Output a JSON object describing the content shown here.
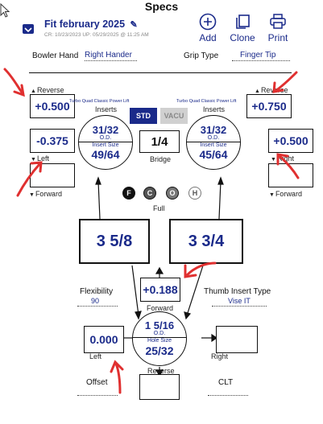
{
  "header": {
    "title": "Specs",
    "fit_name": "Fit february 2025",
    "meta": "CR: 10/23/2023 UP: 05/29/2025 @ 11:25 AM",
    "actions": {
      "add": "Add",
      "clone": "Clone",
      "print": "Print"
    }
  },
  "fields": {
    "bowler_hand_label": "Bowler Hand",
    "bowler_hand_value": "Right Hander",
    "grip_type_label": "Grip Type",
    "grip_type_value": "Finger Tip"
  },
  "left_finger": {
    "reverse_label": "Reverse",
    "reverse_value": "+0.500",
    "insert_brand": "Turbo Quad Classic Power Lift",
    "inserts_label": "Inserts",
    "left_value": "-0.375",
    "left_label": "Left",
    "forward_label": "Forward",
    "od": "31/32",
    "od_label": "O.D.",
    "insert_size_label": "Insert Size",
    "insert_size": "49/64"
  },
  "right_finger": {
    "reverse_label": "Reverse",
    "reverse_value": "+0.750",
    "insert_brand": "Turbo Quad Classic Power Lift",
    "inserts_label": "Inserts",
    "right_value": "+0.500",
    "right_label": "Right",
    "forward_label": "Forward",
    "od": "31/32",
    "od_label": "O.D.",
    "insert_size_label": "Insert Size",
    "insert_size": "45/64"
  },
  "toggle": {
    "std": "STD",
    "vacu": "VACU"
  },
  "bridge": {
    "value": "1/4",
    "label": "Bridge"
  },
  "grip_buttons": [
    "F",
    "C",
    "O",
    "H"
  ],
  "grip_selected_label": "Full",
  "span_left": "3 5/8",
  "span_right": "3 3/4",
  "thumb": {
    "flexibility_label": "Flexibility",
    "flexibility_value": "90",
    "forward_value": "+0.188",
    "forward_label": "Forward",
    "insert_type_label": "Thumb Insert Type",
    "insert_type_value": "Vise IT",
    "left_value": "0.000",
    "left_label": "Left",
    "right_value": "",
    "right_label": "Right",
    "hole_top": "1 5/16",
    "od_label": "O.D.",
    "hole_size_label": "Hole Size",
    "hole_size": "25/32",
    "reverse_label": "Reverse",
    "offset_label": "Offset",
    "clt_label": "CLT"
  },
  "colors": {
    "navy": "#1a2a8a",
    "std_bg": "#1a2a8a",
    "vacu_bg": "#d0d0d0",
    "arrow_red": "#e03030"
  }
}
